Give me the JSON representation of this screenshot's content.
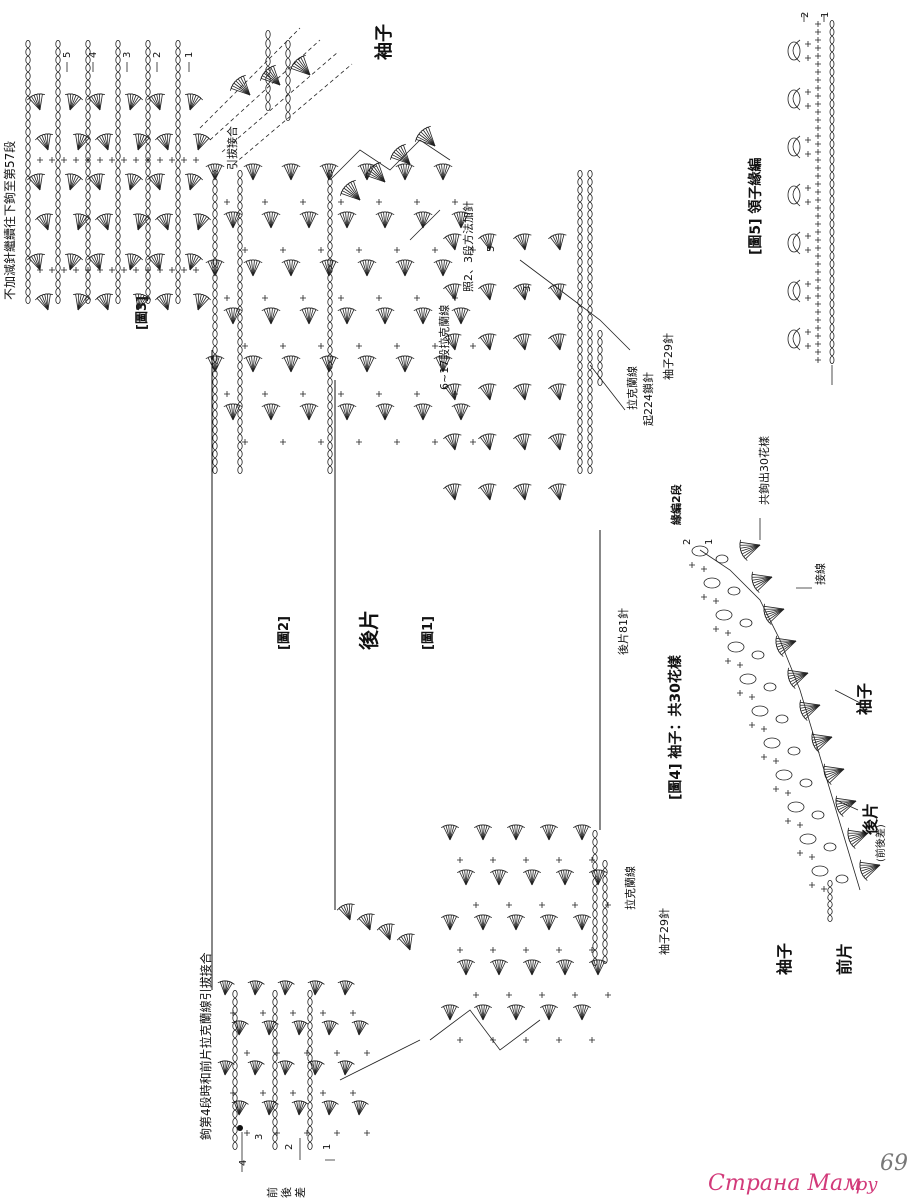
{
  "page": {
    "page_number": "69",
    "watermark": "Страна Мам",
    "watermark_suffix": ".ру"
  },
  "fig3": {
    "label": "[圖3]",
    "note": "不加減針繼續往下鉤至第57段",
    "sleeve_mark": "袖子",
    "join_note": "引拔接合",
    "row_numbers": [
      "5",
      "4",
      "3",
      "2",
      "1"
    ]
  },
  "fig2": {
    "label": "[圖2]"
  },
  "fig1": {
    "label": "[圖1]",
    "back_piece": "後片",
    "back_stitch_count": "後片81針",
    "raglan_rows_note": "6~17段拉克蘭線",
    "increase_note": "照2、3段方法加針",
    "raglan_line": "拉克蘭線",
    "sleeve_stitches": "袖子29針",
    "foundation_chain": "起224鎖針",
    "sleeve_stitches_bottom": "袖子29針",
    "raglan_line_bottom": "拉克蘭線",
    "row_labels": [
      "5",
      "3"
    ]
  },
  "bottom_left": {
    "note_line1": "鉤第4段時和前片拉克蘭線引拔接合",
    "side_labels": [
      "前",
      "後",
      "差"
    ],
    "row_numbers": [
      "4",
      "3",
      "2",
      "1"
    ]
  },
  "fig4": {
    "title": "[圖4] 袖子：共30花樣",
    "edge_note": "緣編2段",
    "total_note": "共鉤出30花樣",
    "join_line": "接線",
    "sleeve": "袖子",
    "back": "後片",
    "back_sub": "(前後差)",
    "front_label_a": "袖子",
    "front_label_b": "前片",
    "row_labels": [
      "2",
      "1"
    ]
  },
  "fig5": {
    "title": "[圖5] 領子緣編",
    "row_labels": [
      "2",
      "1"
    ]
  }
}
